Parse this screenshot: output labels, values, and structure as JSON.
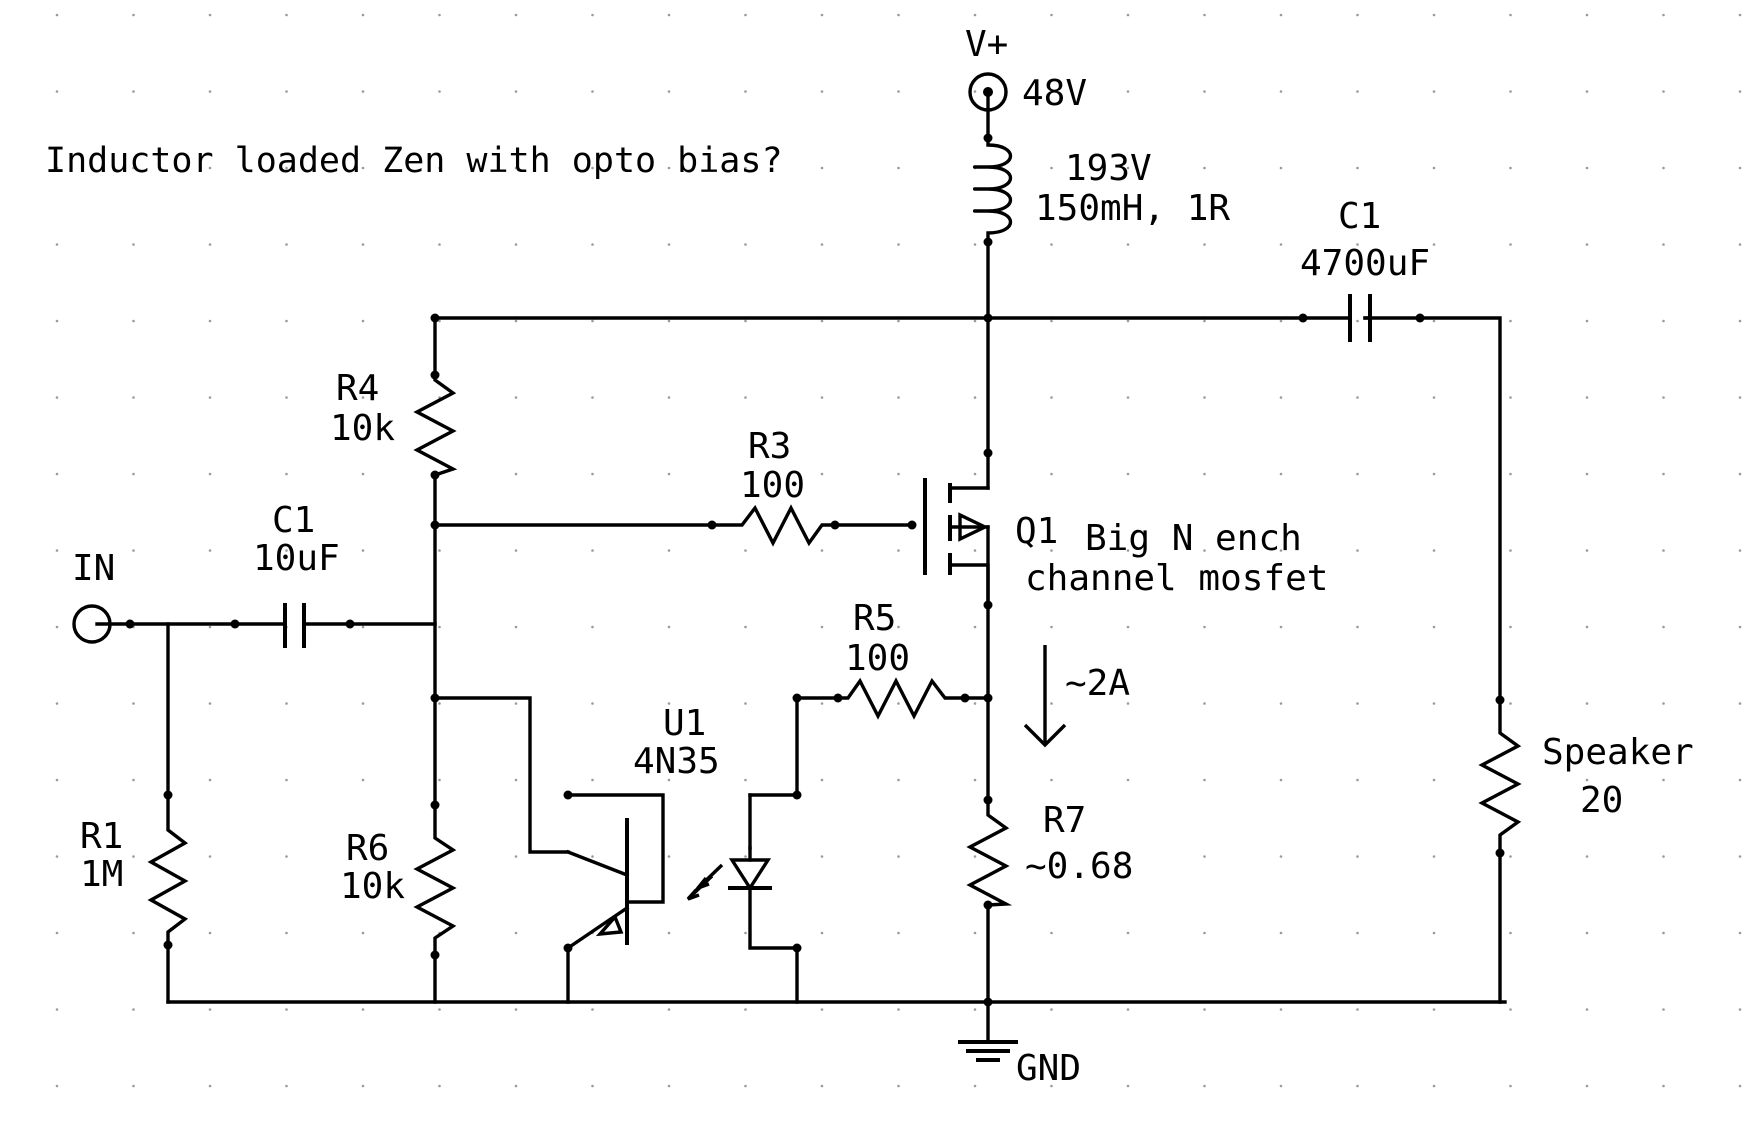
{
  "title": "Inductor loaded Zen with opto bias?",
  "supply": {
    "name": "V+",
    "value": "48V"
  },
  "inductor": {
    "value": "193V",
    "spec": "150mH, 1R"
  },
  "c_out": {
    "name": "C1",
    "value": "4700uF"
  },
  "input": {
    "name": "IN"
  },
  "c_in": {
    "name": "C1",
    "value": "10uF"
  },
  "r1": {
    "name": "R1",
    "value": "1M"
  },
  "r4": {
    "name": "R4",
    "value": "10k"
  },
  "r6": {
    "name": "R6",
    "value": "10k"
  },
  "r3": {
    "name": "R3",
    "value": "100"
  },
  "r5": {
    "name": "R5",
    "value": "100"
  },
  "r7": {
    "name": "R7",
    "value": "~0.68"
  },
  "q1": {
    "name": "Q1",
    "desc_line1": "Big N ench",
    "desc_line2": "channel mosfet"
  },
  "u1": {
    "name": "U1",
    "value": "4N35"
  },
  "current": {
    "label": "~2A"
  },
  "speaker": {
    "name": "Speaker",
    "value": "20"
  },
  "ground": {
    "name": "GND"
  }
}
